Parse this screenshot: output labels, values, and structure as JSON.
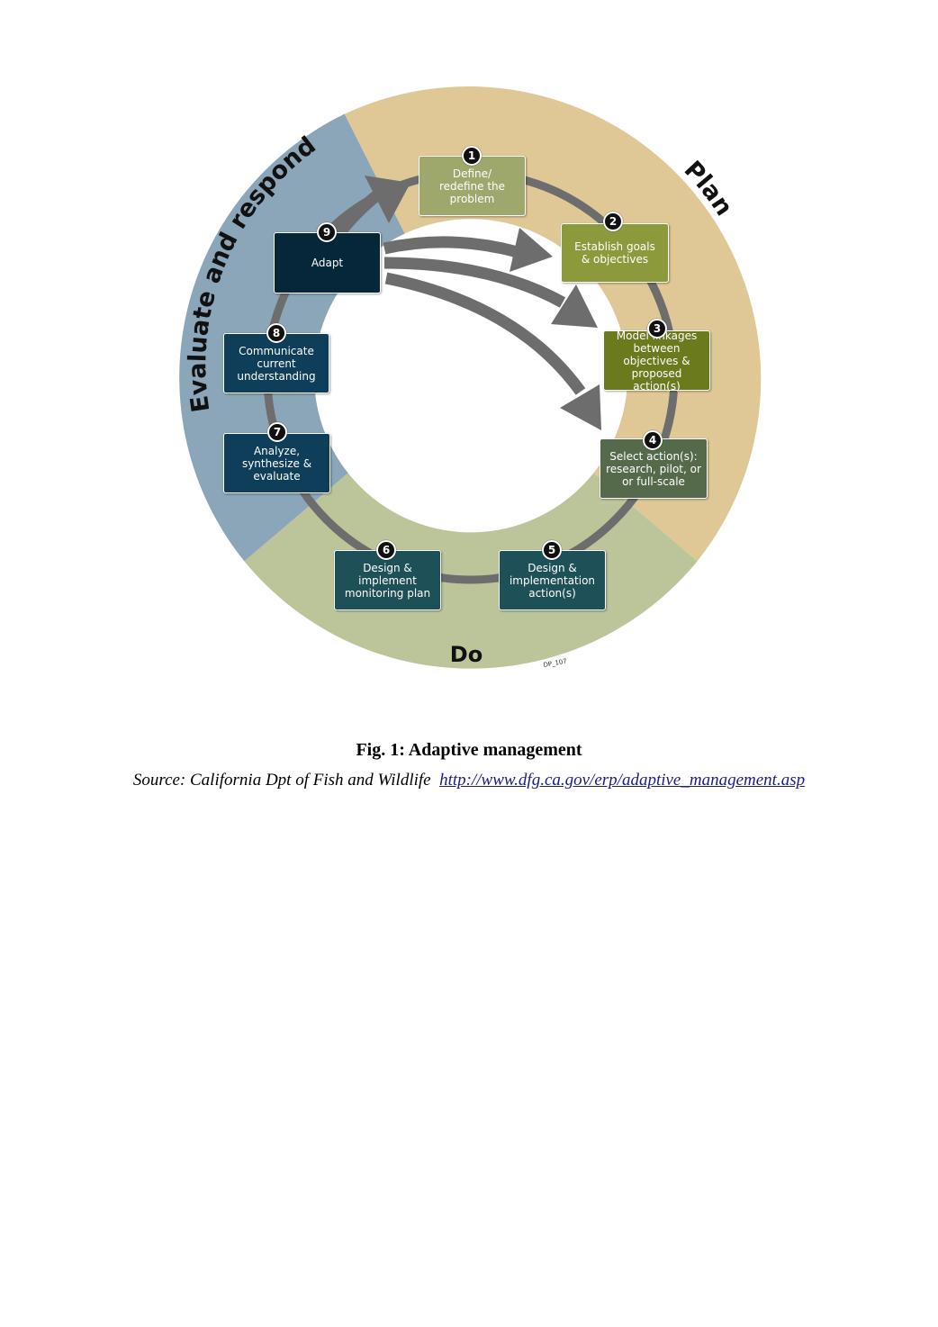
{
  "phases": {
    "plan": {
      "label": "Plan",
      "color": "#dfc896"
    },
    "do": {
      "label": "Do",
      "color": "#bcc59a"
    },
    "evaluate": {
      "label": "Evaluate and respond",
      "color": "#8ba5b9"
    }
  },
  "steps": [
    {
      "num": "1",
      "label": "Define/\nredefine the\nproblem",
      "color": "#9ea76c"
    },
    {
      "num": "2",
      "label": "Establish goals\n& objectives",
      "color": "#8d9a3c"
    },
    {
      "num": "3",
      "label": "Model linkages\nbetween\nobjectives &\nproposed action(s)",
      "color": "#6c7a1e"
    },
    {
      "num": "4",
      "label": "Select action(s):\nresearch, pilot, or\nor full-scale",
      "color": "#546a4a"
    },
    {
      "num": "5",
      "label": "Design &\nimplementation\naction(s)",
      "color": "#1e5058"
    },
    {
      "num": "6",
      "label": "Design &\nimplement\nmonitoring plan",
      "color": "#1e5058"
    },
    {
      "num": "7",
      "label": "Analyze,\nsynthesize &\nevaluate",
      "color": "#0e3e5a"
    },
    {
      "num": "8",
      "label": "Communicate\ncurrent\nunderstanding",
      "color": "#0e3e5a"
    },
    {
      "num": "9",
      "label": "Adapt",
      "color": "#06263a"
    }
  ],
  "diagram_code": "DP_107",
  "caption": {
    "title": "Fig. 1: Adaptive management",
    "source_text": "Source: California Dpt of Fish and Wildlife",
    "source_link": "http://www.dfg.ca.gov/erp/adaptive_management.asp"
  }
}
